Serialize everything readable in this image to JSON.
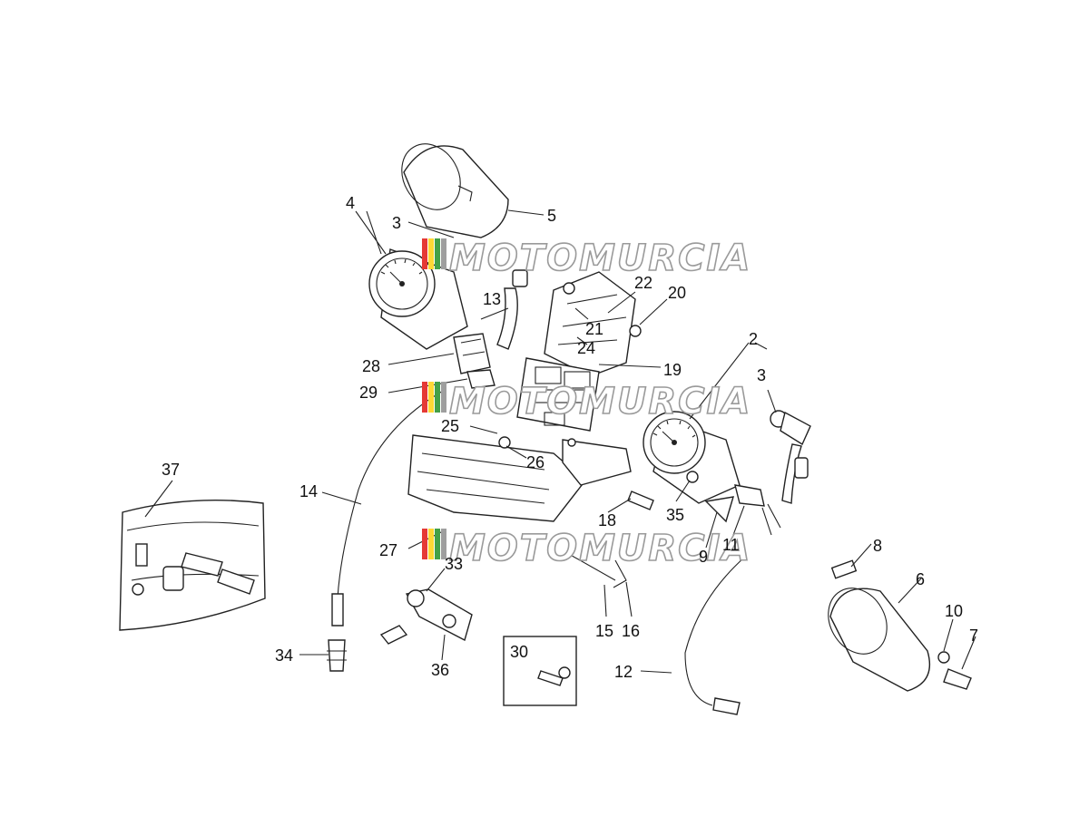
{
  "watermark": "MOTOMURCIA",
  "watermark_colors": [
    "#e53935",
    "#fdd835",
    "#43a047",
    "#9e9e9e"
  ],
  "callouts": [
    {
      "id": "4"
    },
    {
      "id": "3a",
      "text": "3"
    },
    {
      "id": "5"
    },
    {
      "id": "13"
    },
    {
      "id": "22"
    },
    {
      "id": "20"
    },
    {
      "id": "21"
    },
    {
      "id": "24"
    },
    {
      "id": "28"
    },
    {
      "id": "19"
    },
    {
      "id": "29"
    },
    {
      "id": "2"
    },
    {
      "id": "3b",
      "text": "3"
    },
    {
      "id": "25"
    },
    {
      "id": "26"
    },
    {
      "id": "14"
    },
    {
      "id": "37"
    },
    {
      "id": "35"
    },
    {
      "id": "18"
    },
    {
      "id": "27"
    },
    {
      "id": "9"
    },
    {
      "id": "11"
    },
    {
      "id": "8"
    },
    {
      "id": "33"
    },
    {
      "id": "6"
    },
    {
      "id": "10"
    },
    {
      "id": "7"
    },
    {
      "id": "15"
    },
    {
      "id": "16"
    },
    {
      "id": "34"
    },
    {
      "id": "36"
    },
    {
      "id": "30"
    },
    {
      "id": "12"
    }
  ]
}
